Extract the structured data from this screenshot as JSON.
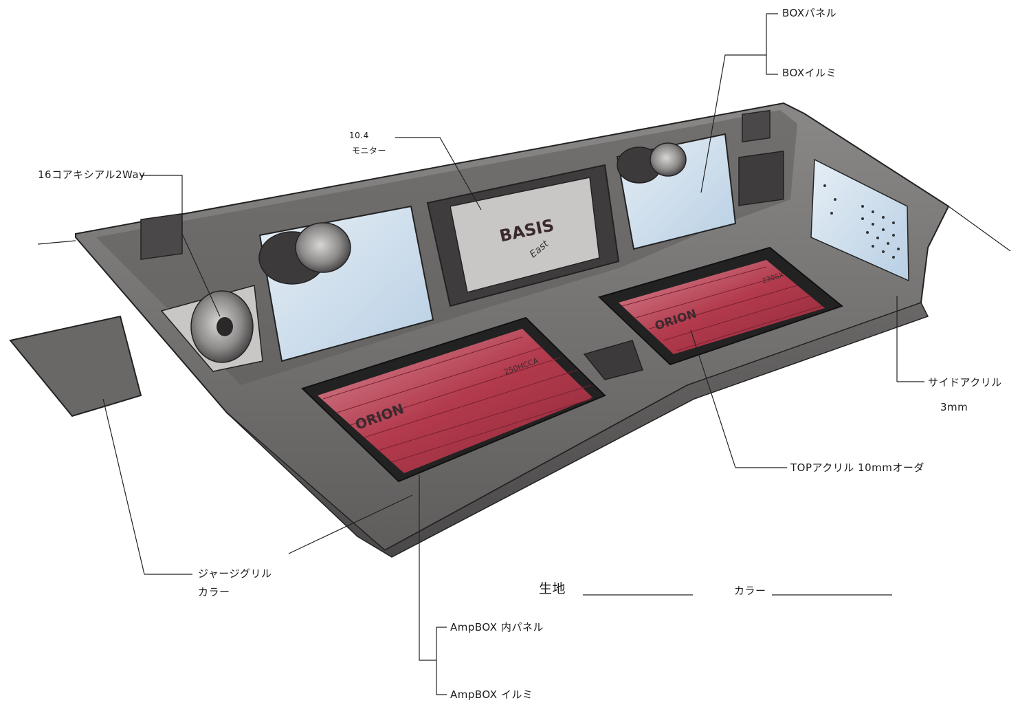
{
  "labels": {
    "box_panel": "BOXパネル",
    "box_illumi": "BOXイルミ",
    "monitor_size": "10.4",
    "monitor": "モニター",
    "coaxial": "16コアキシアル2Way",
    "side_acrylic": "サイドアクリル",
    "side_acrylic_thickness": "3mm",
    "top_acrylic": "TOPアクリル 10mmオーダ",
    "jersey_grill": "ジャージグリル",
    "jersey_color": "カラー",
    "fabric": "生地",
    "color": "カラー",
    "amp_box_inner_panel": "AmpBOX 内パネル",
    "amp_box_illumi": "AmpBOX イルミ"
  },
  "product_text": {
    "monitor_brand": "BASIS",
    "monitor_script": "East",
    "amp_brand_left": "ORION",
    "amp_model_left": "250HCCA",
    "amp_brand_right": "ORION",
    "amp_model_right": "230SX"
  },
  "colors": {
    "body_gray": "#6f6d6c",
    "panel_dark": "#4d4b4b",
    "amp_red": "#b23a4c",
    "acrylic_blue": "#cfe0ee",
    "line": "#222222"
  }
}
